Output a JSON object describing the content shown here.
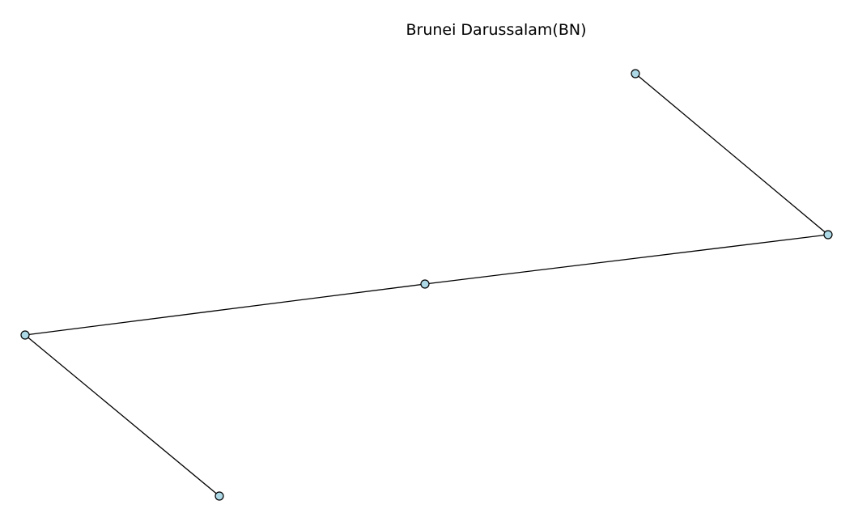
{
  "title": "Brunei Darussalam(BN)",
  "colors": {
    "node_fill": "#add8e6",
    "node_stroke": "#000000",
    "edge": "#000000",
    "background": "#ffffff"
  },
  "graph": {
    "nodes": [
      {
        "id": "n1"
      },
      {
        "id": "n2"
      },
      {
        "id": "n3"
      },
      {
        "id": "n4"
      },
      {
        "id": "n5"
      }
    ],
    "edges": [
      {
        "source": "n1",
        "target": "n2"
      },
      {
        "source": "n2",
        "target": "n3"
      },
      {
        "source": "n3",
        "target": "n4"
      },
      {
        "source": "n4",
        "target": "n5"
      }
    ]
  }
}
